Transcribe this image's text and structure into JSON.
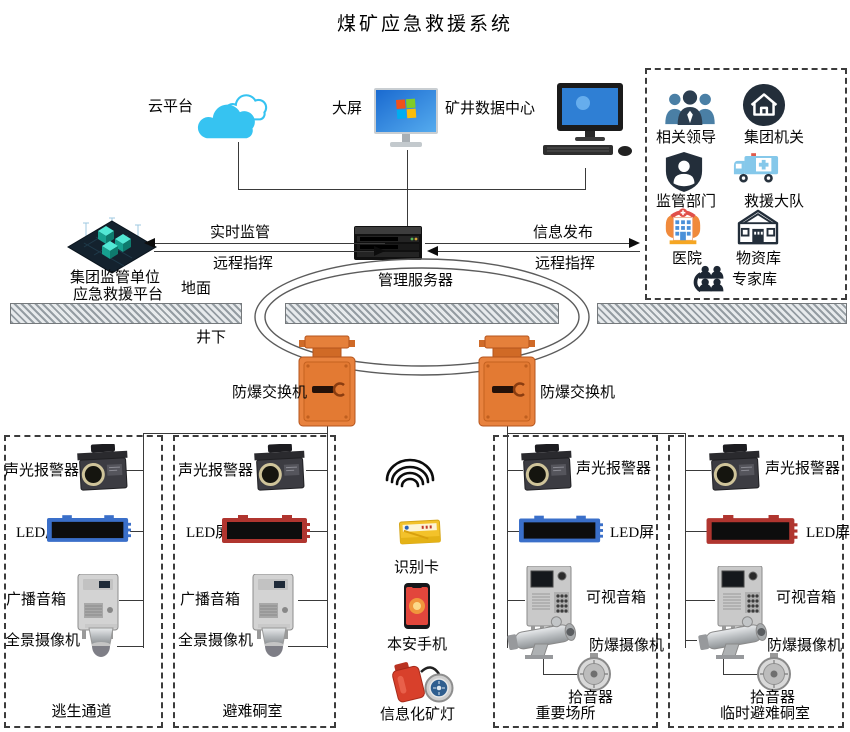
{
  "title": "煤矿应急救援系统",
  "top_nodes": {
    "cloud": "云平台",
    "big_screen": "大屏",
    "data_center": "矿井数据中心"
  },
  "org_panel": [
    {
      "label": "相关领导",
      "icon": "leaders-icon"
    },
    {
      "label": "集团机关",
      "icon": "group-office-icon"
    },
    {
      "label": "监管部门",
      "icon": "regulator-icon"
    },
    {
      "label": "救援大队",
      "icon": "rescue-team-icon"
    },
    {
      "label": "医院",
      "icon": "hospital-icon"
    },
    {
      "label": "物资库",
      "icon": "warehouse-icon"
    },
    {
      "label": "专家库",
      "icon": "experts-icon"
    }
  ],
  "platform": {
    "line1": "集团监管单位",
    "line2": "应急救援平台"
  },
  "links": {
    "realtime": "实时监管",
    "remote_left": "远程指挥",
    "publish": "信息发布",
    "remote_right": "远程指挥"
  },
  "server": {
    "label": "管理服务器"
  },
  "ground": {
    "surface": "地面",
    "underground": "井下"
  },
  "switches": {
    "left": "防爆交换机",
    "right": "防爆交换机"
  },
  "columns": [
    {
      "footer": "逃生通道",
      "items": [
        {
          "label": "声光报警器"
        },
        {
          "label": "LED屏"
        },
        {
          "label": "广播音箱"
        },
        {
          "label": "全景摄像机"
        }
      ]
    },
    {
      "footer": "避难硐室",
      "items": [
        {
          "label": "声光报警器"
        },
        {
          "label": "LED屏"
        },
        {
          "label": "广播音箱"
        },
        {
          "label": "全景摄像机"
        }
      ]
    },
    {
      "footer": "重要场所",
      "items": [
        {
          "label": "声光报警器"
        },
        {
          "label": "LED屏"
        },
        {
          "label": "可视音箱"
        },
        {
          "label": "防爆摄像机"
        },
        {
          "label": "拾音器"
        }
      ]
    },
    {
      "footer": "临时避难硐室",
      "items": [
        {
          "label": "声光报警器"
        },
        {
          "label": "LED屏"
        },
        {
          "label": "可视音箱"
        },
        {
          "label": "防爆摄像机"
        },
        {
          "label": "拾音器"
        }
      ]
    }
  ],
  "mobile_devices": [
    {
      "label": "识别卡"
    },
    {
      "label": "本安手机"
    },
    {
      "label": "信息化矿灯"
    }
  ],
  "colors": {
    "switch_orange": "#e8823e",
    "cloud_blue": "#36c3f1",
    "led_blue_frame": "#3a6fc9",
    "led_red_frame": "#b0352f",
    "navy_icon": "#232e3a",
    "lightblue_icon": "#85c8ea",
    "line": "#3a3a3a"
  }
}
